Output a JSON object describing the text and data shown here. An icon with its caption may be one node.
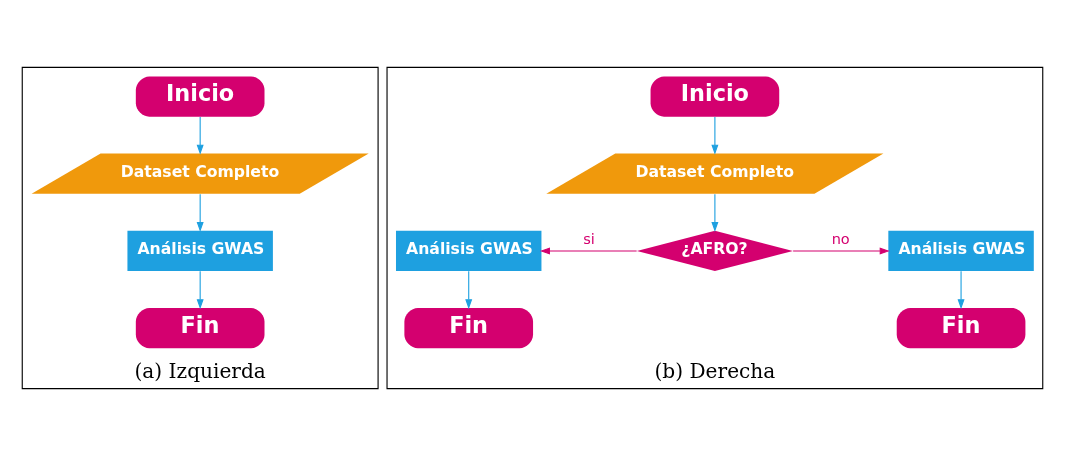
{
  "diagram": {
    "nodes": [
      {
        "text": [
          "(a) Izquierda"
        ]
      },
      {
        "text": [
          "Inicio"
        ],
        "in": 0
      },
      {
        "text": [
          "Dataset Completo"
        ],
        "in": 0
      },
      {
        "text": [
          "Análisis GWAS"
        ],
        "in": 0
      },
      {
        "text": [
          "Fin"
        ],
        "in": 0
      },
      {
        "text": [
          "(b) Derecha"
        ]
      },
      {
        "text": [
          "Inicio"
        ],
        "in": 5
      },
      {
        "text": [
          "Dataset Completo"
        ],
        "in": 5
      },
      {
        "text": [
          "¿AFRO?"
        ],
        "in": 5
      },
      {
        "text": [
          "Análisis GWAS"
        ],
        "in": 5
      },
      {
        "text": [
          "Análisis GWAS"
        ],
        "in": 5
      },
      {
        "text": [
          "Fin"
        ],
        "in": 5
      },
      {
        "text": [
          "Fin"
        ],
        "in": 5
      }
    ],
    "edges": [
      {
        "from": 1,
        "to": 2,
        "arrow": "to"
      },
      {
        "from": 2,
        "to": 3,
        "arrow": "to"
      },
      {
        "from": 3,
        "to": 4,
        "arrow": "to"
      },
      {
        "from": 6,
        "to": 7,
        "arrow": "to"
      },
      {
        "from": 7,
        "to": 8,
        "arrow": "to"
      },
      {
        "from": 8,
        "to": 9,
        "arrow": "to",
        "label": "si",
        "color": "#d4006f"
      },
      {
        "from": 8,
        "to": 10,
        "arrow": "to",
        "label": "no",
        "color": "#d4006f"
      },
      {
        "from": 9,
        "to": 11,
        "arrow": "to"
      },
      {
        "from": 10,
        "to": 12,
        "arrow": "to"
      }
    ]
  }
}
